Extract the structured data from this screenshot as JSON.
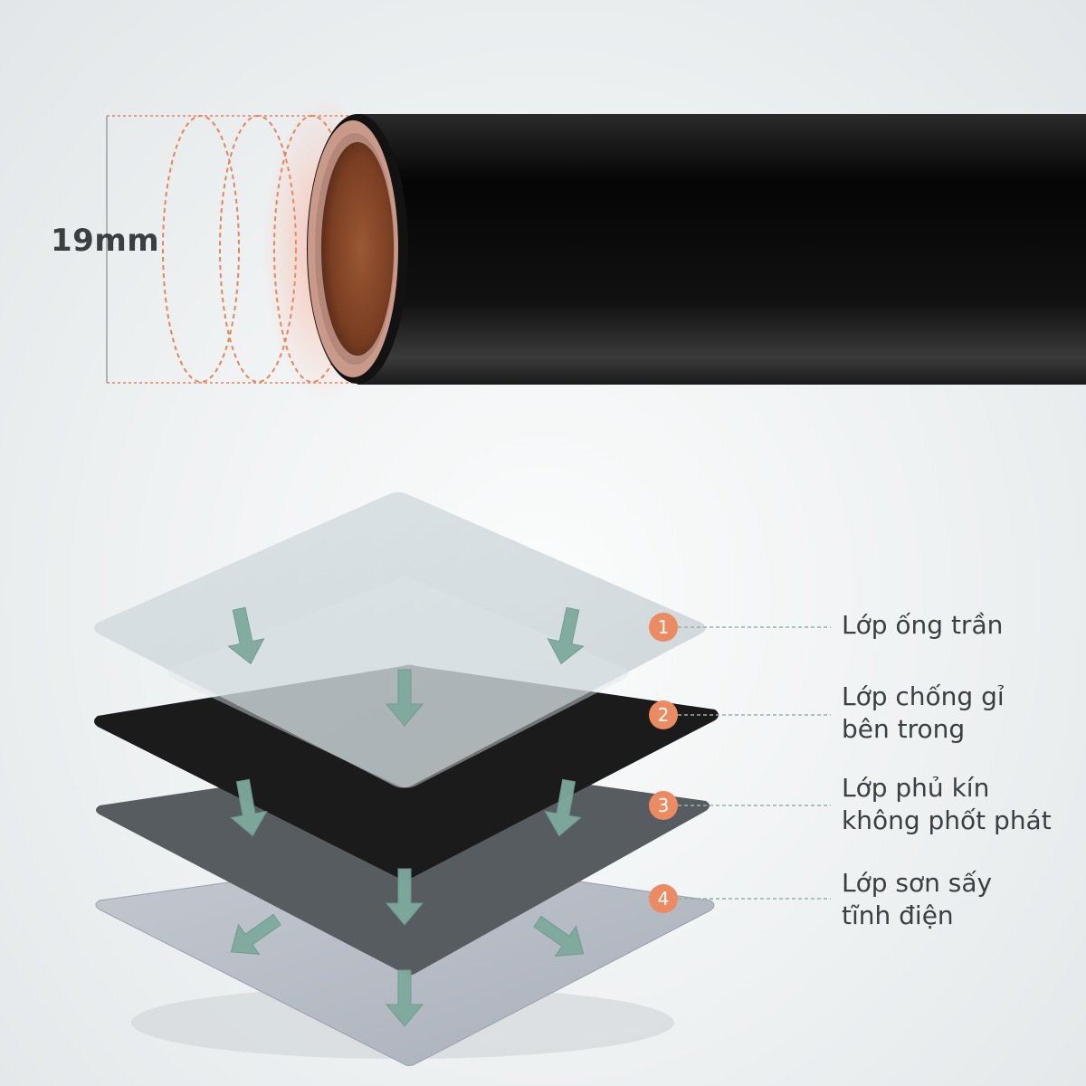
{
  "pipe": {
    "diameter_label": "19mm",
    "colors": {
      "outer": "#0d0d0d",
      "inner": "#8a4a2c",
      "dash": "#e8845a"
    }
  },
  "layers": [
    {
      "number": "1",
      "label_lines": [
        "Lớp ống trần"
      ]
    },
    {
      "number": "2",
      "label_lines": [
        "Lớp chống gỉ",
        "bên trong"
      ]
    },
    {
      "number": "3",
      "label_lines": [
        "Lớp phủ kín",
        "không phốt phát"
      ]
    },
    {
      "number": "4",
      "label_lines": [
        "Lớp sơn sấy",
        "tĩnh điện"
      ]
    }
  ],
  "colors": {
    "badge": "#ec8a62",
    "arrow": "#7faa9e",
    "leader": "#8fb3aa",
    "layer_bare": "#c9d4d9",
    "layer_black": "#1c1c1c",
    "layer_gray": "#595e62",
    "layer_paint": "#b9bfc8"
  }
}
